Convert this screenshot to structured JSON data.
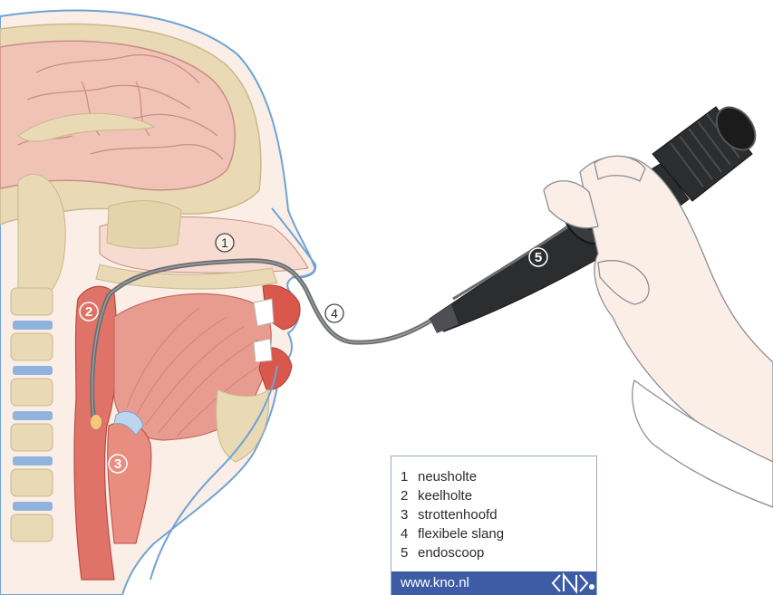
{
  "markers": [
    {
      "id": "1",
      "label": "1"
    },
    {
      "id": "2",
      "label": "2"
    },
    {
      "id": "3",
      "label": "3"
    },
    {
      "id": "4",
      "label": "4"
    },
    {
      "id": "5",
      "label": "5"
    }
  ],
  "legend": {
    "items": [
      {
        "num": "1",
        "text": "neusholte"
      },
      {
        "num": "2",
        "text": "keelholte"
      },
      {
        "num": "3",
        "text": "strottenhoofd"
      },
      {
        "num": "4",
        "text": "flexibele slang"
      },
      {
        "num": "5",
        "text": "endoscoop"
      }
    ],
    "footer_url": "www.kno.nl"
  },
  "colors": {
    "skin_outline": "#6fa3d6",
    "skull": "#e9d9b4",
    "brain": "#f0c2b6",
    "tissue_red": "#d9574b",
    "vertebra_blue": "#8fb3dc",
    "scope_body": "#2c2d2f",
    "footer_blue": "#3d5ca5"
  }
}
